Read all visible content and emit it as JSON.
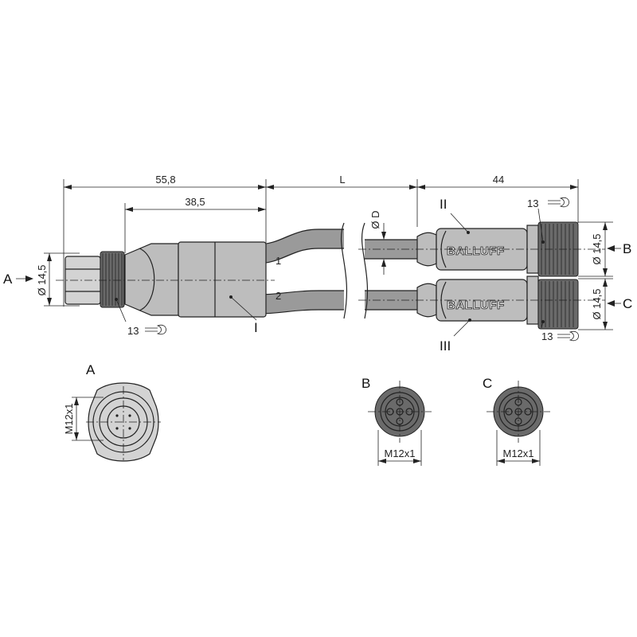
{
  "dimensions": {
    "total_left": "55,8",
    "inner_left": "38,5",
    "cable_length": "L",
    "right_length": "44",
    "diameter_left": "Ø 14,5",
    "diameter_b": "Ø 14,5",
    "diameter_c": "Ø 14,5",
    "cable_diameter": "Ø D"
  },
  "wrench": {
    "left": "13",
    "top_right": "13",
    "bottom_right": "13"
  },
  "legs": {
    "leg1": "1",
    "leg2": "2"
  },
  "parts": {
    "splitter": "I",
    "branch_top": "II",
    "branch_bottom": "III"
  },
  "views": {
    "a": "A",
    "b": "B",
    "c": "C"
  },
  "brand": {
    "logo_top": "BALLUFF",
    "logo_bottom": "BALLUFF"
  },
  "thread": {
    "a": "M12x1",
    "b": "M12x1",
    "c": "M12x1"
  }
}
